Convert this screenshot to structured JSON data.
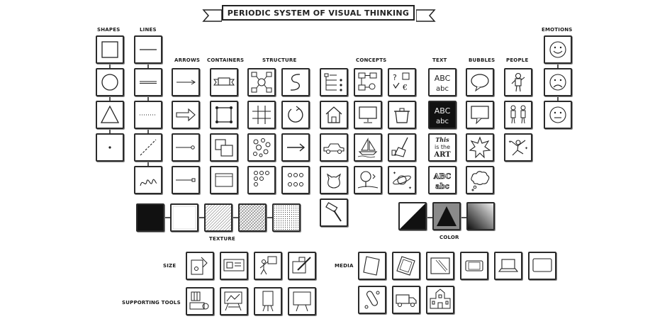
{
  "title": "PERIODIC SYSTEM OF VISUAL THINKING",
  "groups": {
    "shapes": "SHAPES",
    "lines": "LINES",
    "arrows": "ARROWS",
    "containers": "CONTAINERS",
    "structure": "STRUCTURE",
    "concepts": "CONCEPTS",
    "text": "TEXT",
    "bubbles": "BUBBLES",
    "people": "PEOPLE",
    "emotions": "EMOTIONS",
    "texture": "TEXTURE",
    "color": "COLOR",
    "size": "SIZE",
    "media": "MEDIA",
    "supporting_tools": "SUPPORTING TOOLS"
  },
  "tile_text": {
    "abc_top": "ABC",
    "abc_bottom": "abc",
    "art_line1": "This",
    "art_line2": "is the",
    "art_line3": "ART",
    "hand_top": "ABC",
    "hand_bottom": "abc"
  },
  "icons": [
    "square-icon",
    "circle-icon",
    "triangle-icon",
    "dot-icon",
    "solid-line-icon",
    "double-line-icon",
    "dotted-line-icon",
    "dashed-diagonal-line-icon",
    "squiggle-line-icon",
    "arrow-thin-icon",
    "arrow-hollow-icon",
    "arrow-pin-icon",
    "arrow-square-end-icon",
    "banner-container-icon",
    "frame-container-icon",
    "stacked-container-icon",
    "page-container-icon",
    "cluster-structure-icon",
    "hash-structure-icon",
    "bubbles-structure-icon",
    "grid-structure-icon",
    "s-curve-structure-icon",
    "cycle-structure-icon",
    "arrow-right-structure-icon",
    "dots-rows-structure-icon",
    "list-concept-icon",
    "house-concept-icon",
    "car-concept-icon",
    "cat-concept-icon",
    "hammer-concept-icon",
    "flow-concept-icon",
    "screen-concept-icon",
    "boat-concept-icon",
    "tree-concept-icon",
    "checklist-concept-icon",
    "pot-concept-icon",
    "broom-concept-icon",
    "planet-concept-icon",
    "abc-text-icon",
    "abc-inverse-text-icon",
    "art-text-icon",
    "handwritten-text-icon",
    "speech-bubble-icon",
    "square-bubble-icon",
    "burst-bubble-icon",
    "cloud-bubble-icon",
    "person-icon",
    "two-people-icon",
    "jumping-person-icon",
    "happy-face-icon",
    "sad-face-icon",
    "neutral-face-icon",
    "solid-texture-icon",
    "blank-texture-icon",
    "hatch-texture-icon",
    "cross-hatch-texture-icon",
    "stipple-texture-icon",
    "split-color-icon",
    "triangle-color-icon",
    "gradient-color-icon",
    "size-pin-icon",
    "size-card-icon",
    "size-person-icon",
    "size-pen-icon",
    "paper-media-icon",
    "tablet-media-icon",
    "glass-media-icon",
    "phone-media-icon",
    "laptop-media-icon",
    "monitor-media-icon",
    "skateboard-media-icon",
    "truck-media-icon",
    "building-media-icon",
    "tool-kit-icon",
    "flipchart-tool-icon",
    "easel-tool-icon",
    "whiteboard-tool-icon"
  ]
}
